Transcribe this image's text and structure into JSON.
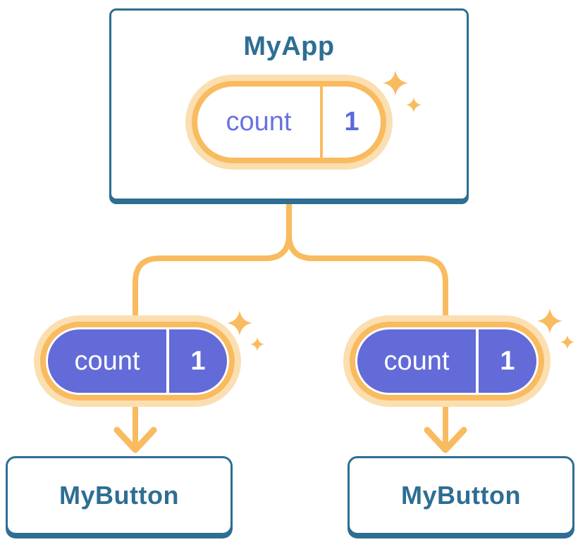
{
  "colors": {
    "card_border_blue": "#2E6E93",
    "heading_blue": "#2E6E93",
    "connector_orange": "#F9BB5F",
    "halo_cream": "#FBDFB1",
    "state_fill_purple": "#626BD8",
    "state_name_purple": "#6673E1",
    "state_value_purple": "#5B68DE",
    "white": "#FFFFFF"
  },
  "root_component": {
    "title": "MyApp",
    "state_pill": {
      "name": "count",
      "value": "1"
    },
    "sparkle_icon": "sparkle-icon"
  },
  "child_components": [
    {
      "label": "MyButton",
      "state_pill": {
        "name": "count",
        "value": "1"
      }
    },
    {
      "label": "MyButton",
      "state_pill": {
        "name": "count",
        "value": "1"
      }
    }
  ]
}
